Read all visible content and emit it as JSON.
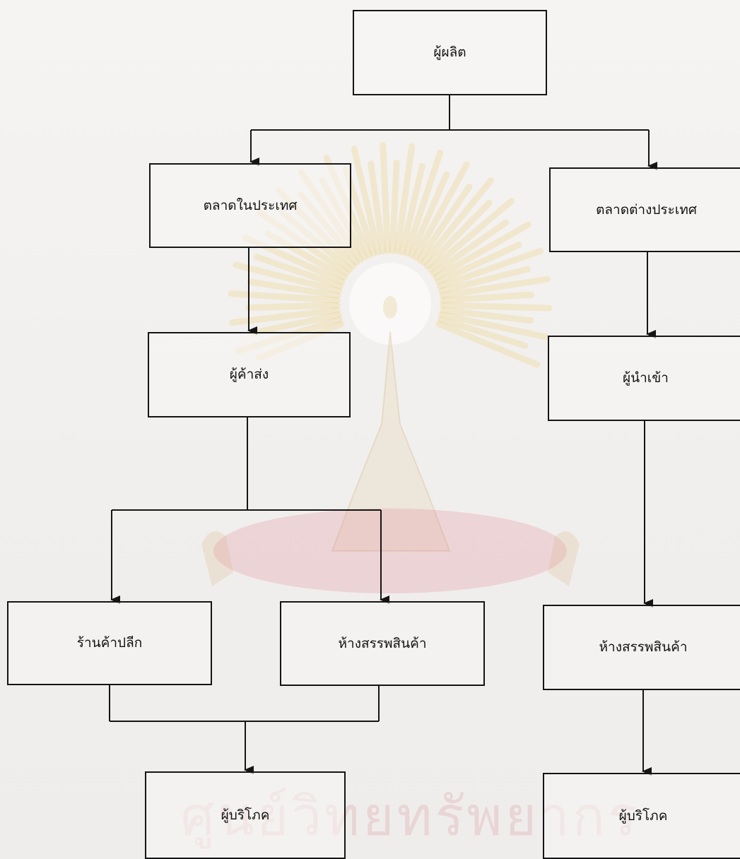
{
  "diagram": {
    "nodes": [
      {
        "id": "producer",
        "label": "ผู้ผลิต"
      },
      {
        "id": "domestic",
        "label": "ตลาดในประเทศ"
      },
      {
        "id": "foreign",
        "label": "ตลาดต่างประเทศ"
      },
      {
        "id": "wholesaler",
        "label": "ผู้ค้าส่ง"
      },
      {
        "id": "importer",
        "label": "ผู้นำเข้า"
      },
      {
        "id": "retail",
        "label": "ร้านค้าปลีก"
      },
      {
        "id": "dept1",
        "label": "ห้างสรรพสินค้า"
      },
      {
        "id": "dept2",
        "label": "ห้างสรรพสินค้า"
      },
      {
        "id": "consumer1",
        "label": "ผู้บริโภค"
      },
      {
        "id": "consumer2",
        "label": "ผู้บริโภค"
      }
    ],
    "edges": [
      {
        "from": "producer",
        "to": "domestic"
      },
      {
        "from": "producer",
        "to": "foreign"
      },
      {
        "from": "domestic",
        "to": "wholesaler"
      },
      {
        "from": "foreign",
        "to": "importer"
      },
      {
        "from": "wholesaler",
        "to": "retail"
      },
      {
        "from": "wholesaler",
        "to": "dept1"
      },
      {
        "from": "importer",
        "to": "dept2"
      },
      {
        "from": "retail",
        "to": "consumer1"
      },
      {
        "from": "dept1",
        "to": "consumer1"
      },
      {
        "from": "dept2",
        "to": "consumer2"
      }
    ]
  },
  "watermark": {
    "text": "ศูนย์วิทยทรัพยากร",
    "color": "#dc96a0"
  }
}
